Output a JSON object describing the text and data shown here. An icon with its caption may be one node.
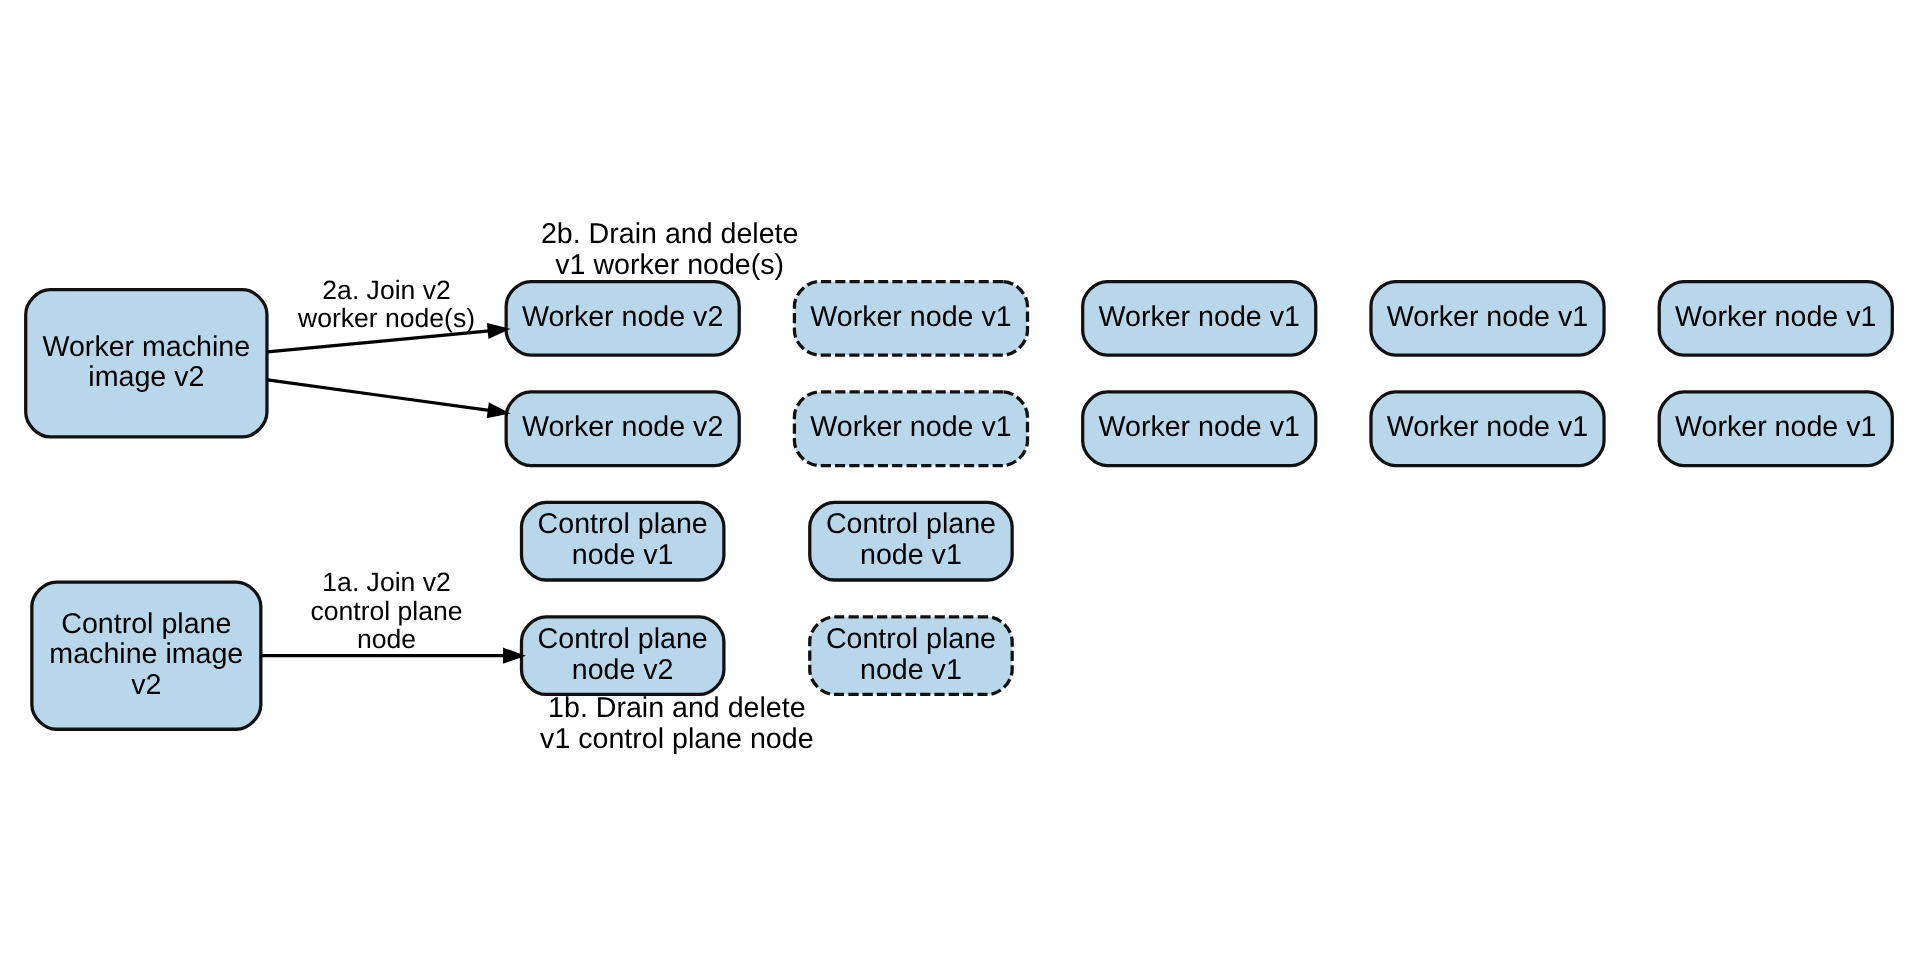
{
  "diagram": {
    "nodes": [
      {
        "text": [
          "Control plane machine image v2"
        ]
      },
      {
        "text": [
          "Control plane node v1"
        ]
      },
      {
        "text": [
          "Control plane node v1"
        ]
      },
      {
        "text": [
          "Control plane node v2"
        ]
      },
      {
        "text": [
          "Control plane node v1"
        ],
        "beside": [
          "1b. Drain and delete v1 control plane node"
        ]
      },
      {
        "text": [
          "Worker machine image v2"
        ]
      },
      {
        "text": [
          "Worker node v2"
        ]
      },
      {
        "text": [
          "Worker node v1"
        ],
        "beside": [
          "2b. Drain and delete v1 worker node(s)"
        ]
      },
      {
        "text": [
          "Worker node v1"
        ]
      },
      {
        "text": [
          "Worker node v1"
        ]
      },
      {
        "text": [
          "Worker node v1"
        ]
      },
      {
        "text": [
          "Worker node v2"
        ]
      },
      {
        "text": [
          "Worker node v1"
        ]
      },
      {
        "text": [
          "Worker node v1"
        ]
      },
      {
        "text": [
          "Worker node v1"
        ]
      },
      {
        "text": [
          "Worker node v1"
        ]
      }
    ],
    "edges": [
      {
        "from": 0,
        "to": 3,
        "arrow": "to",
        "label": "1a. Join v2 control plane node"
      },
      {
        "from": 5,
        "to": 6,
        "arrow": "to",
        "label": "2a. Join v2 worker node(s)"
      },
      {
        "from": 5,
        "to": 11,
        "arrow": "to"
      }
    ]
  }
}
